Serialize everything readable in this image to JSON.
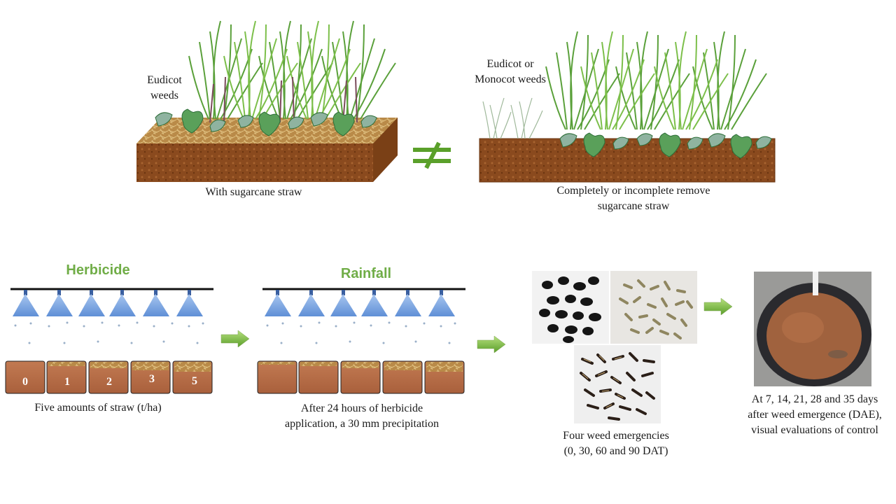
{
  "top": {
    "left_label": "Eudicot\nweeds",
    "left_caption": "With sugarcane straw",
    "not_equal_symbol": "≠",
    "right_label": "Eudicot or\nMonocot weeds",
    "right_caption": "Completely  or  incomplete remove\nsugarcane straw"
  },
  "bottom": {
    "herbicide_title": "Herbicide",
    "straw_amounts": [
      "0",
      "1",
      "2",
      "3",
      "5"
    ],
    "straw_caption": "Five amounts of straw (t/ha)",
    "rainfall_title": "Rainfall",
    "rain_caption": "After 24 hours of herbicide\napplication, a 30 mm precipitation",
    "weeds_caption": "Four  weed emergencies\n(0, 30, 60 and 90 DAT)",
    "eval_caption": "At 7, 14, 21, 28 and 35 days\nafter weed emergence (DAE),\nvisual evaluations  of control"
  },
  "colors": {
    "accent_green": "#70ad47",
    "nozzle_blue": "#7fa6de",
    "soil": "#b8704a",
    "arrow_green": "#86c24a"
  }
}
